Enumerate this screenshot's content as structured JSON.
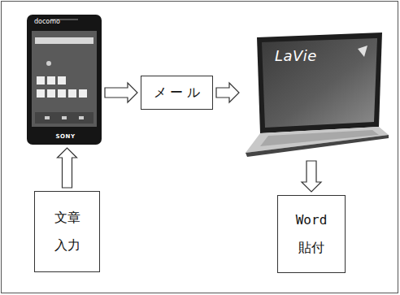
{
  "diagram": {
    "nodes": [
      {
        "text": [
          "docomo",
          "SONY"
        ]
      },
      {
        "text": [
          "メール"
        ]
      },
      {
        "text": [
          "LaVie"
        ]
      },
      {
        "text": [
          "文章 入力"
        ]
      },
      {
        "text": [
          "Word 貼付"
        ]
      }
    ],
    "edges": [
      {
        "from": 0,
        "to": 1,
        "arrow": "to"
      },
      {
        "from": 1,
        "to": 2,
        "arrow": "to"
      },
      {
        "from": 3,
        "to": 0,
        "arrow": "to"
      },
      {
        "from": 2,
        "to": 4,
        "arrow": "to"
      }
    ]
  }
}
